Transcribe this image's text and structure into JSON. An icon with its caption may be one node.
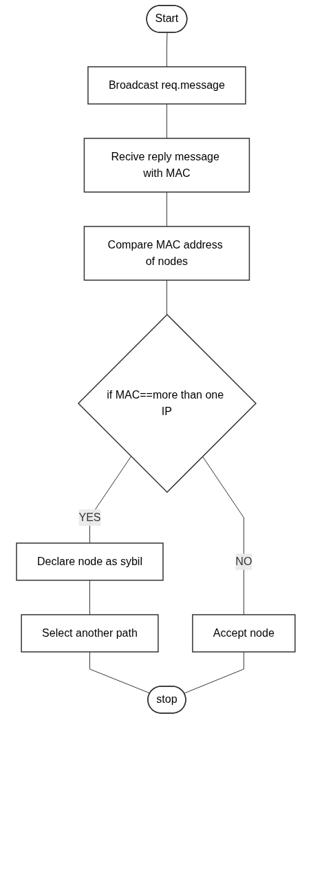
{
  "diagram": {
    "nodes": [
      {
        "text": [
          "Start"
        ]
      },
      {
        "text": [
          "Broadcast req.message"
        ]
      },
      {
        "text": [
          "Recive reply message with MAC"
        ]
      },
      {
        "text": [
          "Compare MAC address of nodes"
        ]
      },
      {
        "text": [
          "if MAC==more than one IP"
        ]
      },
      {
        "text": [
          "Accept node"
        ]
      },
      {
        "text": [
          "Declare node as sybil"
        ]
      },
      {
        "text": [
          "Select another path"
        ]
      },
      {
        "text": [
          "stop"
        ]
      }
    ],
    "edges": [
      {
        "from": 0,
        "to": 1,
        "arrow": "none"
      },
      {
        "from": 1,
        "to": 2,
        "arrow": "none"
      },
      {
        "from": 2,
        "to": 3,
        "arrow": "none"
      },
      {
        "from": 3,
        "to": 4,
        "arrow": "none"
      },
      {
        "from": 4,
        "to": 5,
        "label": "NO",
        "arrow": "none"
      },
      {
        "from": 4,
        "to": 6,
        "label": "YES",
        "arrow": "none"
      },
      {
        "from": 6,
        "to": 7,
        "arrow": "none"
      },
      {
        "from": 7,
        "to": 8,
        "arrow": "none"
      },
      {
        "from": 5,
        "to": 8,
        "arrow": "none"
      }
    ]
  }
}
